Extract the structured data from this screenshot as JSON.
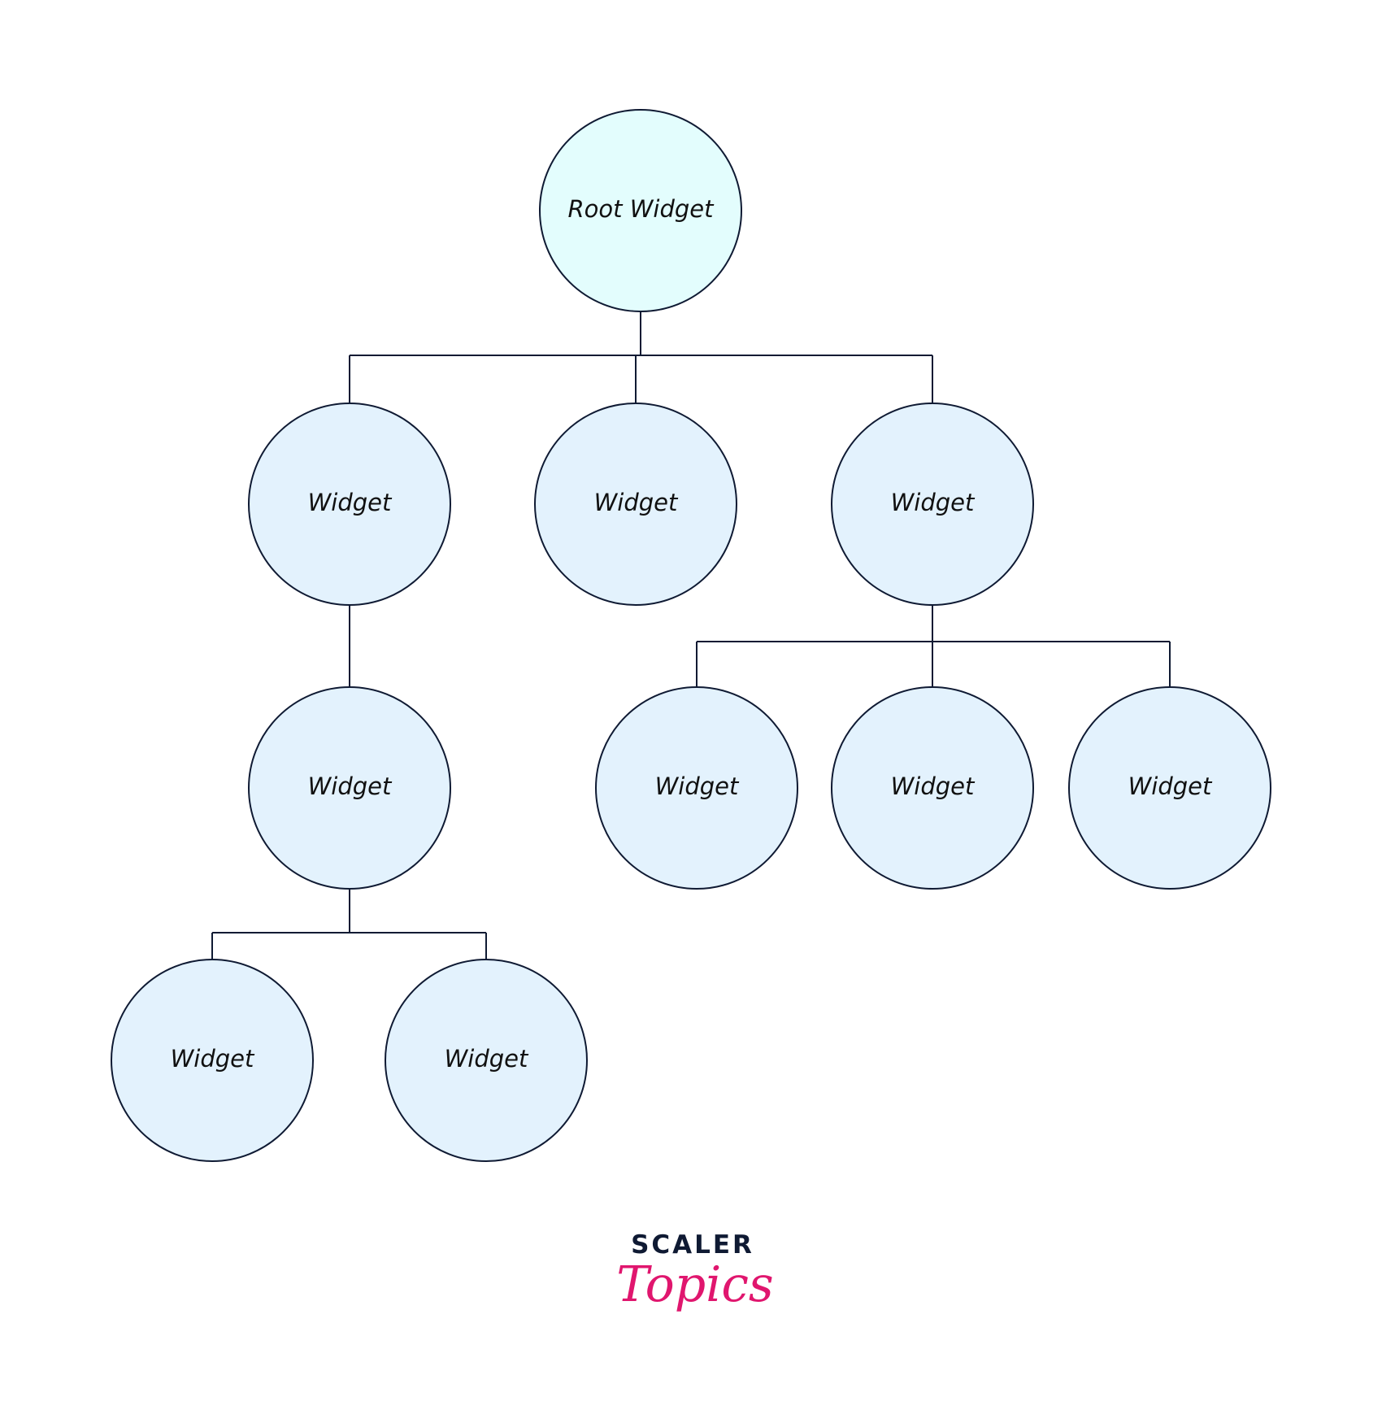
{
  "colors": {
    "root_fill": "#e3fdfd",
    "node_fill": "#e3f2fd",
    "stroke": "#0f1a33",
    "brand_pink": "#e0166e"
  },
  "tree": {
    "root": {
      "label": "Root Widget"
    },
    "level1": [
      {
        "label": "Widget"
      },
      {
        "label": "Widget"
      },
      {
        "label": "Widget"
      }
    ],
    "left_child": {
      "label": "Widget"
    },
    "right_children": [
      {
        "label": "Widget"
      },
      {
        "label": "Widget"
      },
      {
        "label": "Widget"
      }
    ],
    "left_grandchildren": [
      {
        "label": "Widget"
      },
      {
        "label": "Widget"
      }
    ]
  },
  "logo": {
    "top": "SCALER",
    "bottom": "Topics"
  }
}
